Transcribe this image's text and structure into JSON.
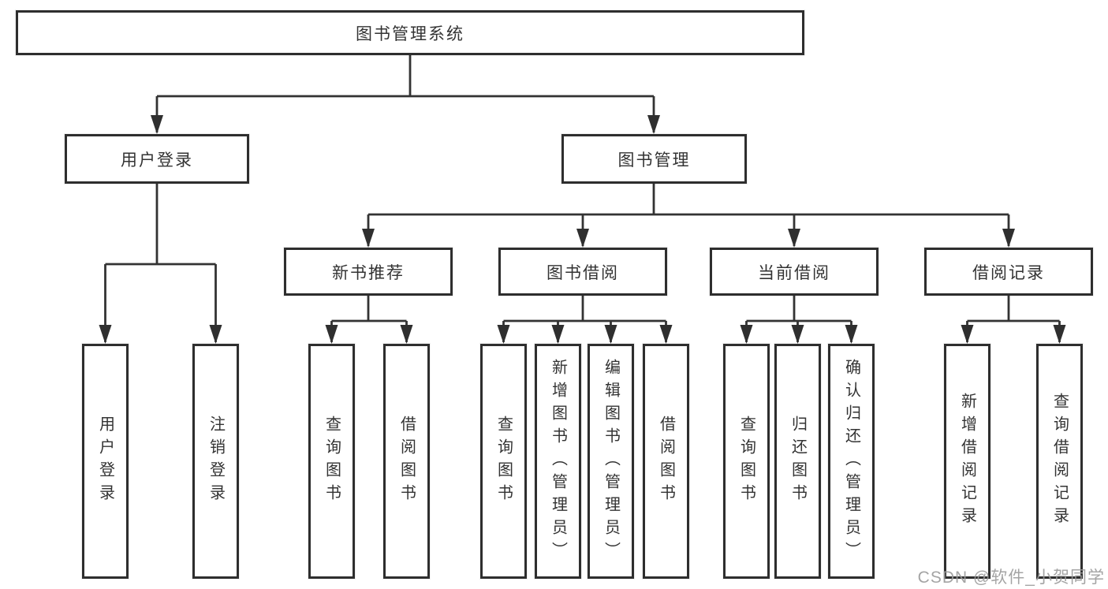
{
  "colors": {
    "line": "#333333",
    "box_border": "#2e2e2e",
    "text": "#333333",
    "watermark": "#9b9b9b",
    "background": "#ffffff"
  },
  "root": {
    "label": "图书管理系统"
  },
  "branches": {
    "user": {
      "label": "用户登录",
      "leaves": [
        "用户登录",
        "注销登录"
      ]
    },
    "book": {
      "label": "图书管理",
      "groups": [
        {
          "label": "新书推荐",
          "leaves": [
            "查询图书",
            "借阅图书"
          ]
        },
        {
          "label": "图书借阅",
          "leaves": [
            "查询图书",
            "新增图书（管理员）",
            "编辑图书（管理员）",
            "借阅图书"
          ]
        },
        {
          "label": "当前借阅",
          "leaves": [
            "查询图书",
            "归还图书",
            "确认归还（管理员）"
          ]
        },
        {
          "label": "借阅记录",
          "leaves": [
            "新增借阅记录",
            "查询借阅记录"
          ]
        }
      ]
    }
  },
  "watermark": "CSDN @软件_小贺同学"
}
